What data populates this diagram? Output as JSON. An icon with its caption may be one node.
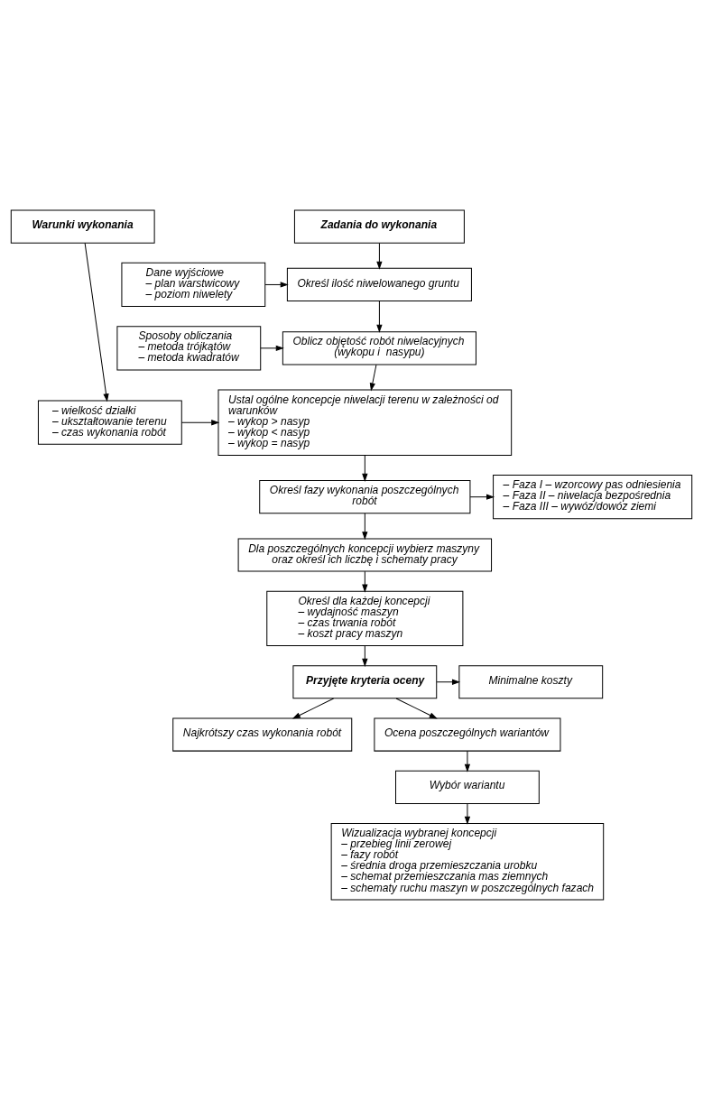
{
  "diagram": {
    "nodes": [
      {
        "text": [
          "Zadania do wykonania"
        ]
      },
      {
        "text": [
          "Warunki wykonania"
        ]
      },
      {
        "text": [
          "Określ ilość niwelowanego gruntu"
        ]
      },
      {
        "text": [
          "Dane wyjściowe",
          "– plan warstwicowy",
          "– poziom niwelety"
        ]
      },
      {
        "text": [
          "Oblicz objętość robót niwelacyjnych (wykopu i  nasypu)"
        ]
      },
      {
        "text": [
          "Sposoby obliczania",
          "– metoda trójkątów",
          "– metoda kwadratów"
        ]
      },
      {
        "text": [
          "Ustal ogólne koncepcje niwelacji terenu w zależności od warunków",
          "– wykop > nasyp",
          "– wykop < nasyp",
          "– wykop = nasyp"
        ]
      },
      {
        "text": [
          "– wielkość działki",
          "– ukształtowanie terenu",
          "– czas wykonania robót"
        ]
      },
      {
        "text": [
          "Określ fazy wykonania poszczególnych robót"
        ]
      },
      {
        "text": [
          "– Faza I – wzorcowy pas odniesienia",
          "– Faza II – niwelacja bezpośrednia",
          "– Faza III – wywóz/dowóz ziemi"
        ]
      },
      {
        "text": [
          "Dla poszczególnych koncepcji wybierz maszyny oraz określ ich liczbę i schematy pracy"
        ]
      },
      {
        "text": [
          "Określ dla każdej koncepcji",
          "– wydajność maszyn",
          "– czas trwania robót",
          "– koszt pracy maszyn"
        ]
      },
      {
        "text": [
          "Przyjęte kryteria oceny"
        ]
      },
      {
        "text": [
          "Minimalne koszty"
        ]
      },
      {
        "text": [
          "Najkrótszy czas wykonania robót"
        ]
      },
      {
        "text": [
          "Ocena poszczególnych wariantów"
        ]
      },
      {
        "text": [
          "Wybór wariantu"
        ]
      },
      {
        "text": [
          "Wizualizacja wybranej koncepcji",
          "– przebieg linii zerowej",
          "– fazy robót",
          "– średnia droga przemieszczania urobku",
          "– schemat przemieszczania mas ziemnych",
          "– schematy ruchu maszyn w poszczególnych fazach"
        ]
      }
    ],
    "edges": [
      {
        "from": 0,
        "to": 2,
        "arrow": "to"
      },
      {
        "from": 3,
        "to": 2,
        "arrow": "to"
      },
      {
        "from": 2,
        "to": 4,
        "arrow": "to"
      },
      {
        "from": 5,
        "to": 4,
        "arrow": "to"
      },
      {
        "from": 4,
        "to": 6,
        "arrow": "to"
      },
      {
        "from": 1,
        "to": 7,
        "arrow": "to"
      },
      {
        "from": 7,
        "to": 6,
        "arrow": "to"
      },
      {
        "from": 6,
        "to": 8,
        "arrow": "to"
      },
      {
        "from": 8,
        "to": 9,
        "arrow": "to"
      },
      {
        "from": 8,
        "to": 10,
        "arrow": "to"
      },
      {
        "from": 10,
        "to": 11,
        "arrow": "to"
      },
      {
        "from": 11,
        "to": 12,
        "arrow": "to"
      },
      {
        "from": 12,
        "to": 13,
        "arrow": "to"
      },
      {
        "from": 12,
        "to": 14,
        "arrow": "to"
      },
      {
        "from": 12,
        "to": 15,
        "arrow": "to"
      },
      {
        "from": 15,
        "to": 16,
        "arrow": "to"
      },
      {
        "from": 16,
        "to": 17,
        "arrow": "to"
      }
    ]
  }
}
